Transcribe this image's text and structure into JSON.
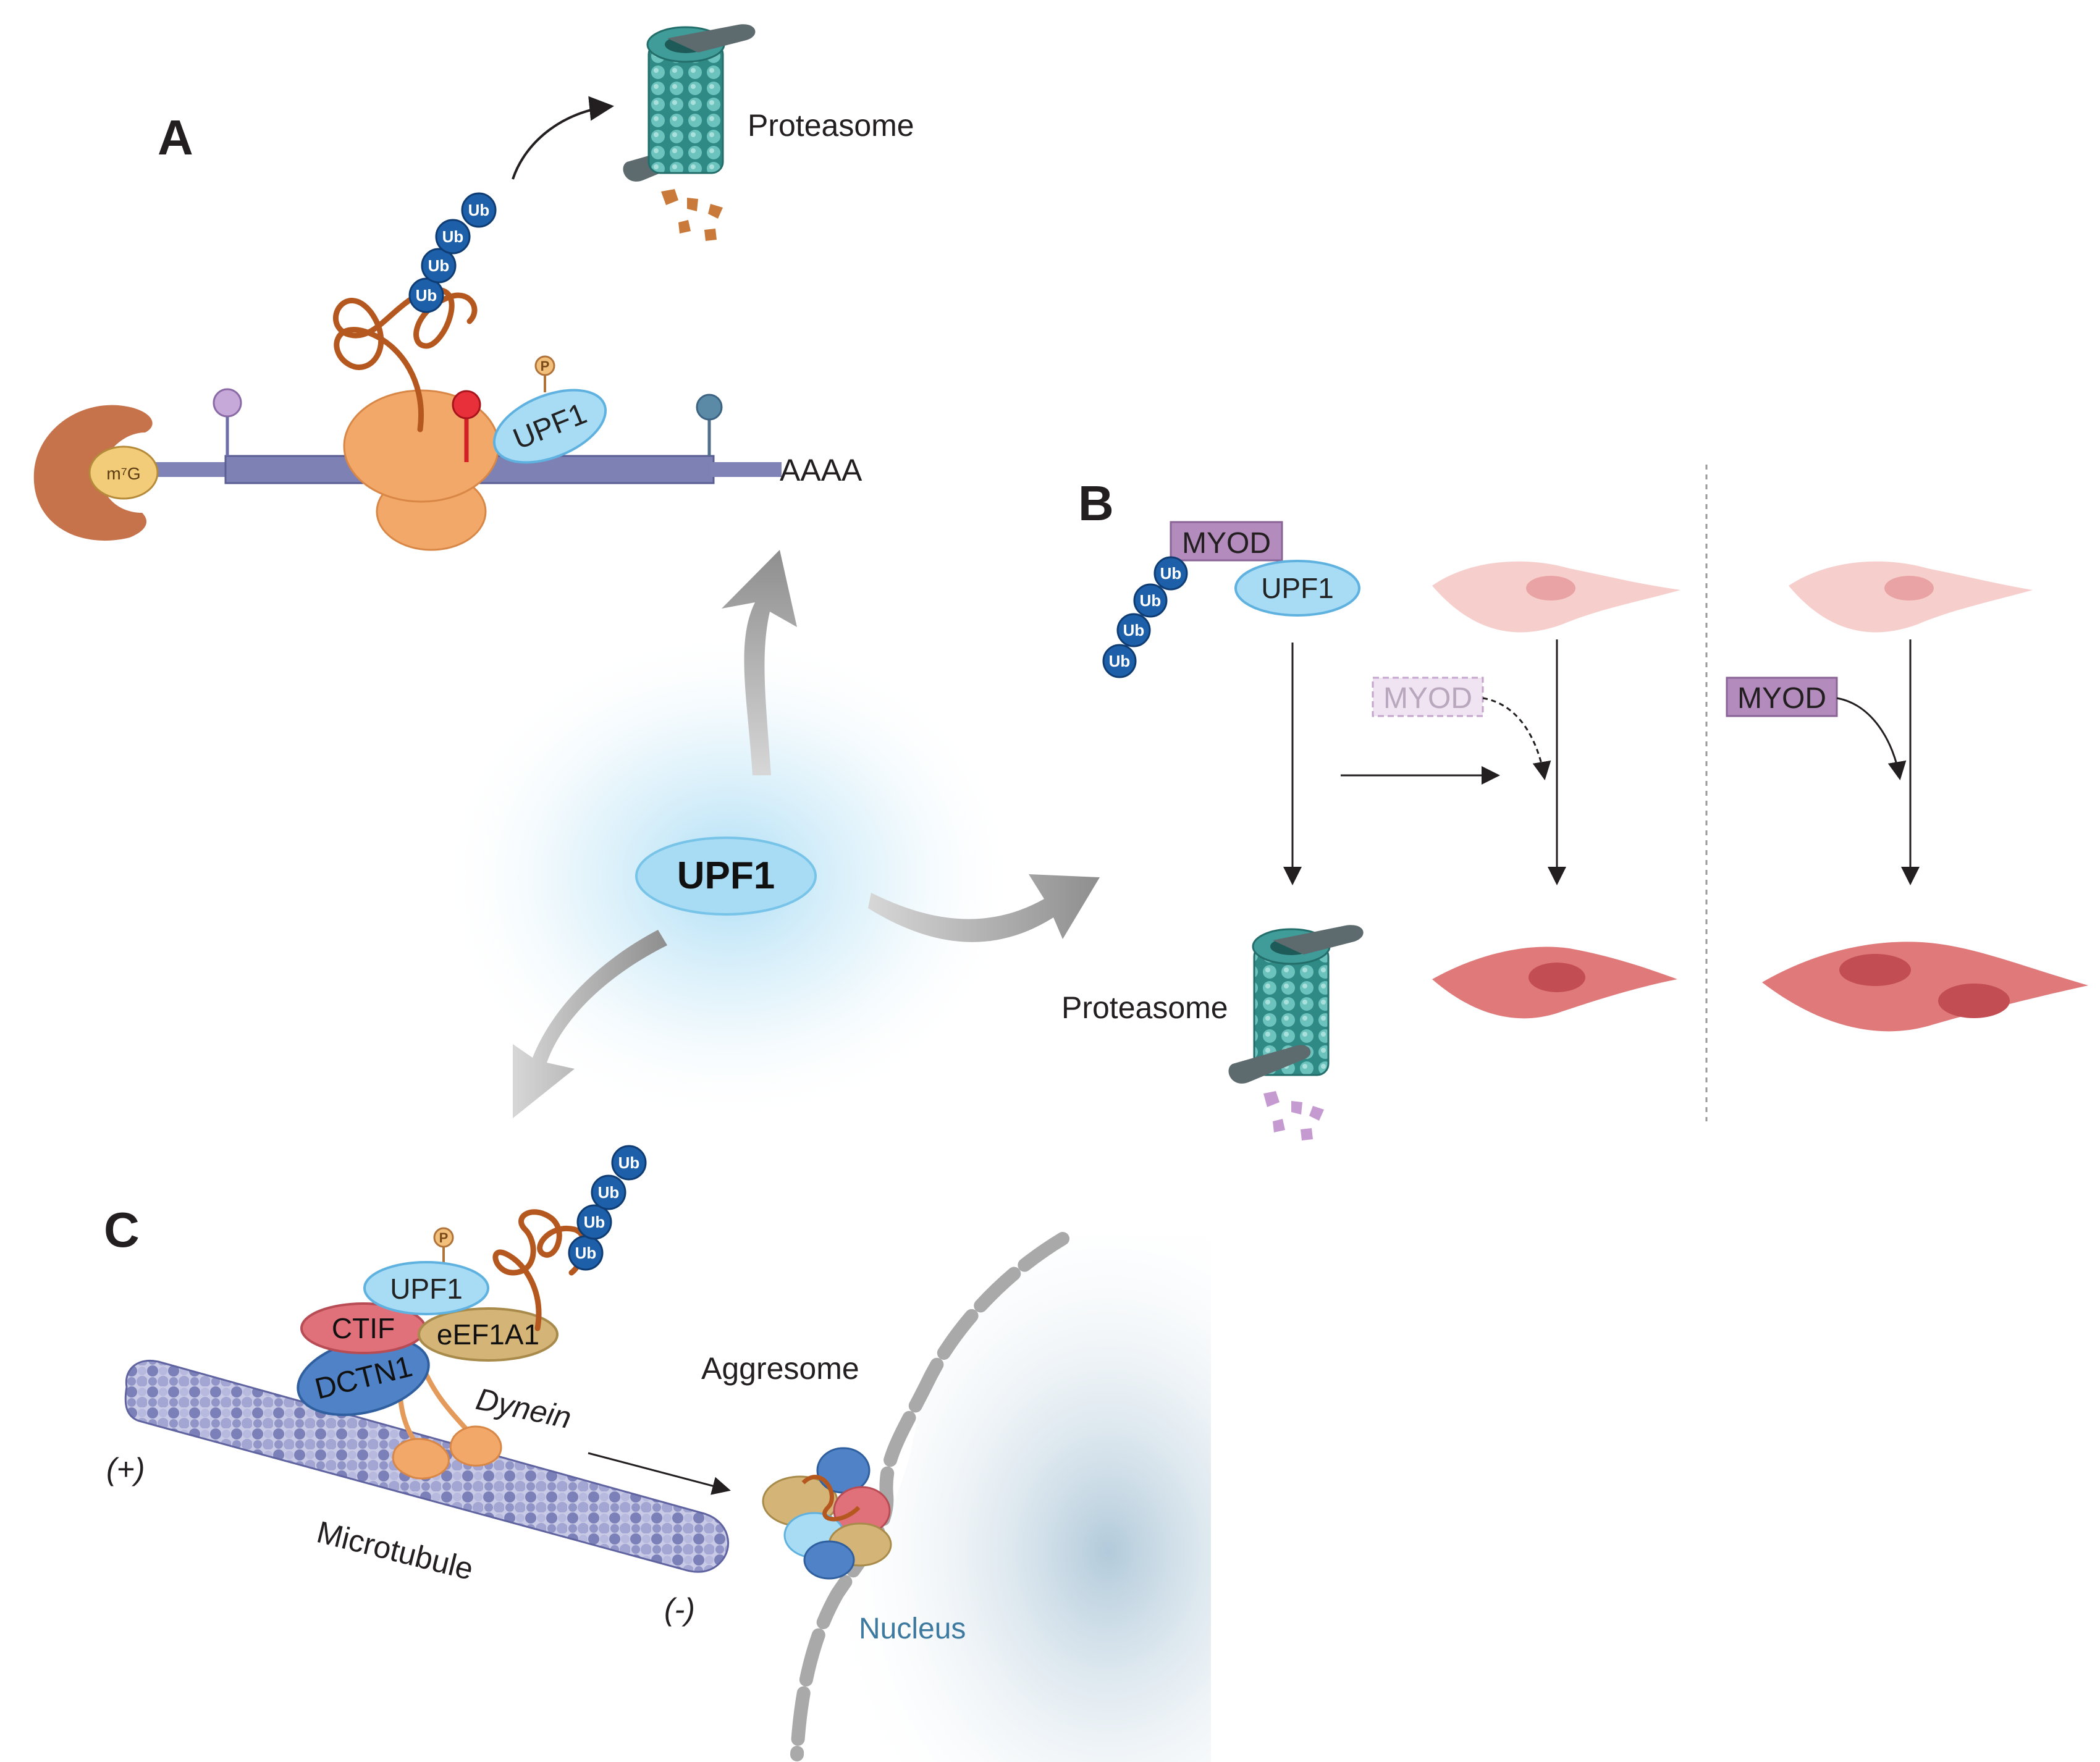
{
  "panels": {
    "a": "A",
    "b": "B",
    "c": "C"
  },
  "center": {
    "label": "UPF1"
  },
  "panel_a": {
    "proteasome": "Proteasome",
    "upf1": "UPF1",
    "polya": "AAAA",
    "cap": "m⁷G",
    "ub": [
      "Ub",
      "Ub",
      "Ub",
      "Ub"
    ],
    "phospho": "P"
  },
  "panel_b": {
    "myod_complex": "MYOD",
    "upf1": "UPF1",
    "myod_faded": "MYOD",
    "myod_right": "MYOD",
    "proteasome": "Proteasome",
    "ub": [
      "Ub",
      "Ub",
      "Ub",
      "Ub"
    ]
  },
  "panel_c": {
    "upf1": "UPF1",
    "ctif": "CTIF",
    "eef1a1": "eEF1A1",
    "dctn1": "DCTN1",
    "dynein": "Dynein",
    "microtubule": "Microtubule",
    "plus_end": "(+)",
    "minus_end": "(-)",
    "aggresome": "Aggresome",
    "nucleus": "Nucleus",
    "ub": [
      "Ub",
      "Ub",
      "Ub",
      "Ub"
    ],
    "phospho": "P"
  },
  "colors": {
    "upf1_fill": "#a8dcf5",
    "ub_fill": "#1d5fa8",
    "ribosome": "#f2a868",
    "myod_fill": "#b38bbd",
    "cell_light": "#f6cfcc",
    "cell_dark": "#e0797a",
    "proteasome": "#3f9c98",
    "microtubule": "#7d81ba"
  }
}
